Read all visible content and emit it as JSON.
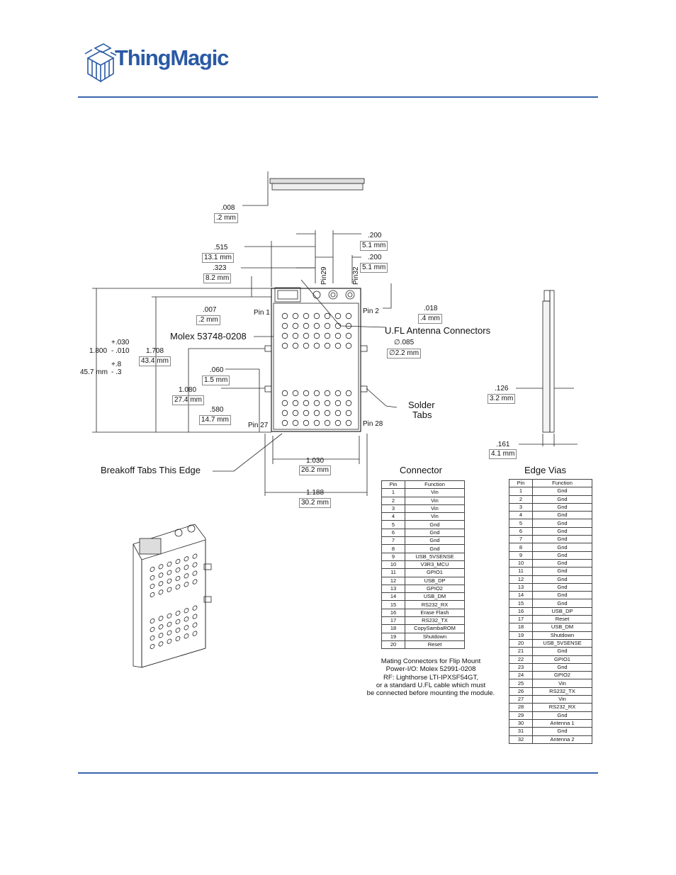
{
  "brand": {
    "name": "ThingMagic",
    "color": "#2a5aa5",
    "logo_icon": "cube-logo-icon"
  },
  "drawing": {
    "dims": [
      {
        "v": ".008",
        "mm": ".2 mm"
      },
      {
        "v": ".515",
        "mm": "13.1 mm"
      },
      {
        "v": ".323",
        "mm": "8.2 mm"
      },
      {
        "v": ".200",
        "mm": "5.1 mm"
      },
      {
        "v": ".200",
        "mm": "5.1 mm"
      },
      {
        "v": ".007",
        "mm": ".2 mm"
      },
      {
        "v": ".018",
        "mm": ".4 mm"
      },
      {
        "v": ".060",
        "mm": "1.5 mm"
      },
      {
        "v": "1.080",
        "mm": "27.4 mm"
      },
      {
        "v": ".580",
        "mm": "14.7 mm"
      },
      {
        "v": "1.708",
        "mm": "43.4 mm"
      },
      {
        "v": "1.030",
        "mm": "26.2 mm"
      },
      {
        "v": "1.188",
        "mm": "30.2 mm"
      },
      {
        "v": ".126",
        "mm": "3.2 mm"
      },
      {
        "v": ".161",
        "mm": "4.1 mm"
      },
      {
        "v": "∅.085",
        "mm": "∅2.2 mm"
      }
    ],
    "overall": {
      "v": "1.800",
      "tol_up": "+.030",
      "tol_dn": "- .010",
      "mm": "45.7 mm",
      "mm_tol_up": "+.8",
      "mm_tol_dn": "- .3"
    },
    "labels": {
      "pin1": "Pin 1",
      "pin2": "Pin 2",
      "pin27": "Pin 27",
      "pin28": "Pin 28",
      "pin29": "Pin29",
      "pin32": "Pin32",
      "molex": "Molex 53748-0208",
      "ufl": "U.FL Antenna Connectors",
      "solder": "Solder",
      "tabs": "Tabs",
      "breakoff": "Breakoff Tabs This Edge"
    }
  },
  "connector": {
    "title": "Connector",
    "headers": [
      "Pin",
      "Function"
    ],
    "rows": [
      [
        "1",
        "Vin"
      ],
      [
        "2",
        "Vin"
      ],
      [
        "3",
        "Vin"
      ],
      [
        "4",
        "Vin"
      ],
      [
        "5",
        "Gnd"
      ],
      [
        "6",
        "Gnd"
      ],
      [
        "7",
        "Gnd"
      ],
      [
        "8",
        "Gnd"
      ],
      [
        "9",
        "USB_5VSENSE"
      ],
      [
        "10",
        "V3R3_MCU"
      ],
      [
        "11",
        "GPIO1"
      ],
      [
        "12",
        "USB_DP"
      ],
      [
        "13",
        "GPIO2"
      ],
      [
        "14",
        "USB_DM"
      ],
      [
        "15",
        "RS232_RX"
      ],
      [
        "16",
        "Erase Flash"
      ],
      [
        "17",
        "RS232_TX"
      ],
      [
        "18",
        "CopySambaROM"
      ],
      [
        "19",
        "Shutdown"
      ],
      [
        "20",
        "Reset"
      ]
    ],
    "note": [
      "Mating Connectors for Flip Mount",
      "Power-I/O: Molex 52991-0208",
      "RF: Lighthorse LTI-IPXSF54GT,",
      "or a standard U.FL cable  which must",
      "be connected before mounting the module."
    ]
  },
  "edge_vias": {
    "title": "Edge Vias",
    "headers": [
      "Pin",
      "Function"
    ],
    "rows": [
      [
        "1",
        "Gnd"
      ],
      [
        "2",
        "Gnd"
      ],
      [
        "3",
        "Gnd"
      ],
      [
        "4",
        "Gnd"
      ],
      [
        "5",
        "Gnd"
      ],
      [
        "6",
        "Gnd"
      ],
      [
        "7",
        "Gnd"
      ],
      [
        "8",
        "Gnd"
      ],
      [
        "9",
        "Gnd"
      ],
      [
        "10",
        "Gnd"
      ],
      [
        "11",
        "Gnd"
      ],
      [
        "12",
        "Gnd"
      ],
      [
        "13",
        "Gnd"
      ],
      [
        "14",
        "Gnd"
      ],
      [
        "15",
        "Gnd"
      ],
      [
        "16",
        "USB_DP"
      ],
      [
        "17",
        "Reset"
      ],
      [
        "18",
        "USB_DM"
      ],
      [
        "19",
        "Shutdown"
      ],
      [
        "20",
        "USB_5VSENSE"
      ],
      [
        "21",
        "Gnd"
      ],
      [
        "22",
        "GPIO1"
      ],
      [
        "23",
        "Gnd"
      ],
      [
        "24",
        "GPIO2"
      ],
      [
        "25",
        "Vin"
      ],
      [
        "26",
        "RS232_TX"
      ],
      [
        "27",
        "Vin"
      ],
      [
        "28",
        "RS232_RX"
      ],
      [
        "29",
        "Gnd"
      ],
      [
        "30",
        "Antenna 1"
      ],
      [
        "31",
        "Gnd"
      ],
      [
        "32",
        "Antenna 2"
      ]
    ]
  }
}
